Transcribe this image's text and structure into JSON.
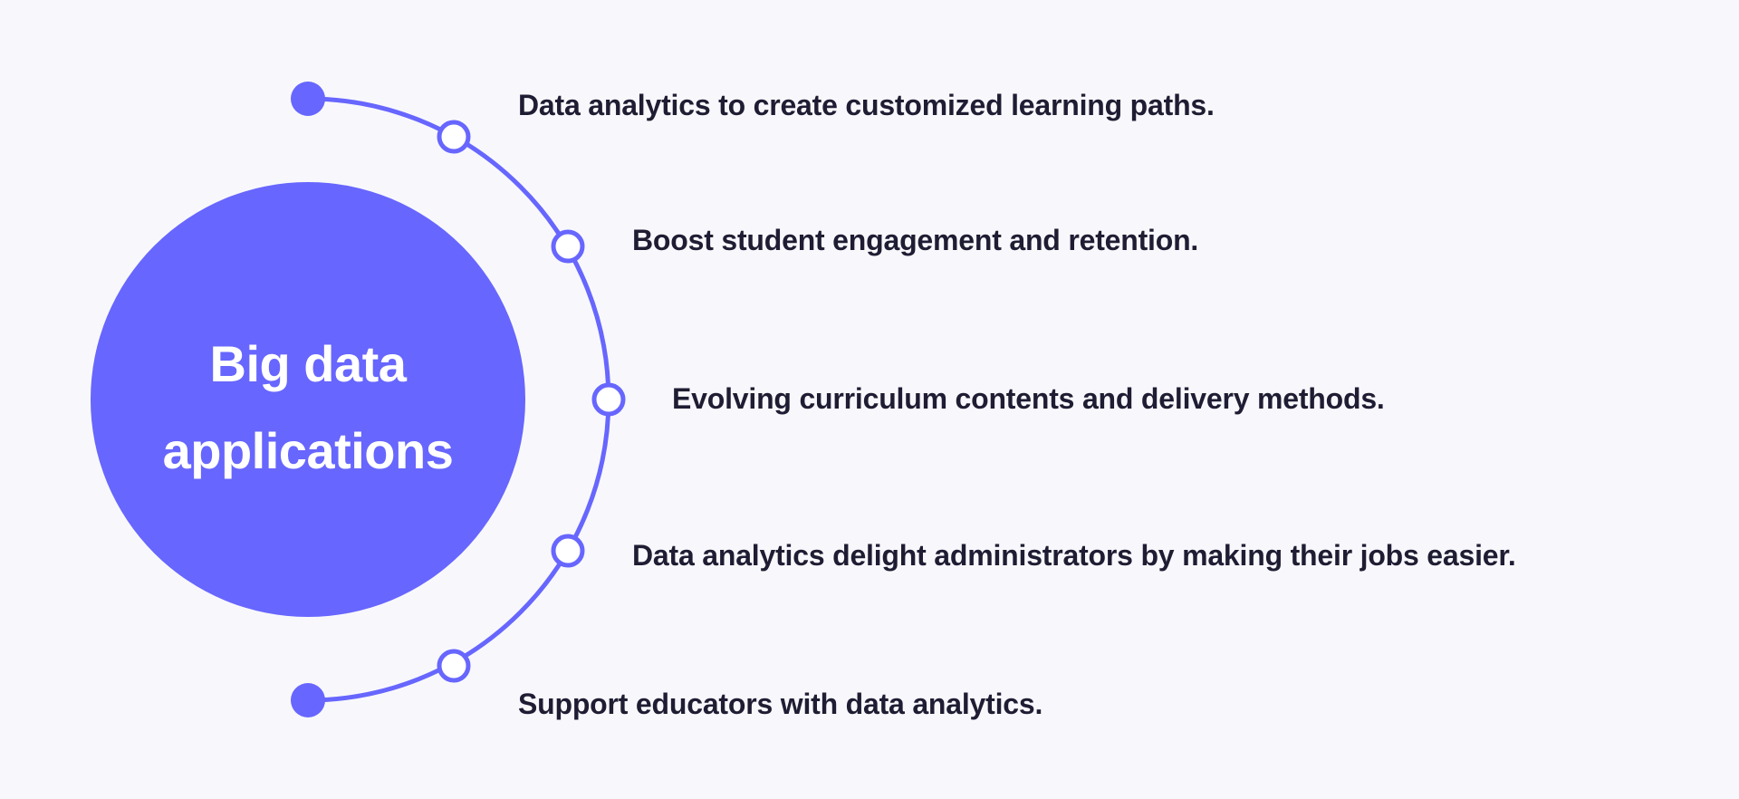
{
  "colors": {
    "background": "#f8f8fc",
    "accent": "#6766fe",
    "text": "#1f1d33",
    "hub_text": "#ffffff"
  },
  "hub": {
    "line1": "Big data",
    "line2": "applications"
  },
  "items": [
    {
      "label": "Data analytics to create customized learning paths."
    },
    {
      "label": "Boost student engagement and retention."
    },
    {
      "label": "Evolving curriculum contents and delivery methods."
    },
    {
      "label": "Data analytics delight administrators by making their jobs easier."
    },
    {
      "label": "Support educators with data analytics."
    }
  ]
}
